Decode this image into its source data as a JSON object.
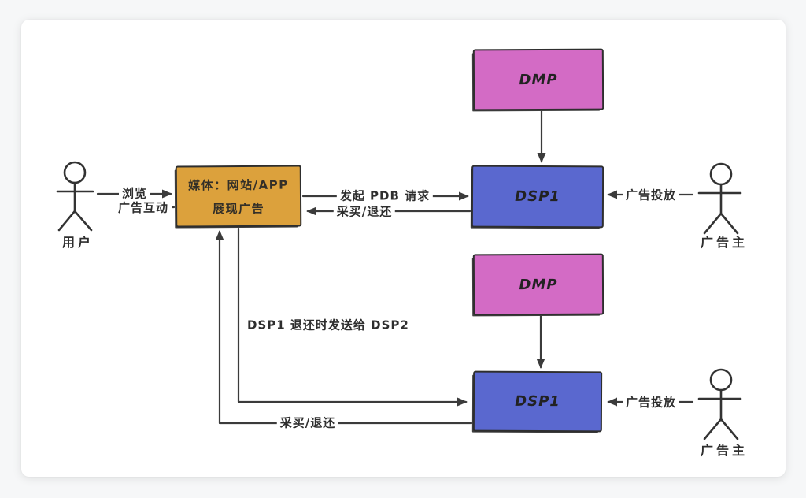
{
  "colors": {
    "page_bg": "#f6f7f8",
    "canvas_bg": "#ffffff",
    "stroke": "#3b3b3b",
    "text": "#2e2e2e",
    "dmp_fill": "#d36bc5",
    "dsp_fill": "#5a68cf",
    "media_fill": "#dca13c"
  },
  "nodes": {
    "dmp_top": {
      "label": "DMP"
    },
    "dsp_top": {
      "label": "DSP1"
    },
    "dmp_bottom": {
      "label": "DMP"
    },
    "dsp_bottom": {
      "label": "DSP1"
    },
    "media": {
      "line1": "媒体：网站/APP",
      "line2": "展现广告"
    }
  },
  "actors": {
    "user": {
      "label": "用户"
    },
    "advertiser_top": {
      "label": "广告主"
    },
    "advertiser_bottom": {
      "label": "广告主"
    }
  },
  "edges": {
    "browse": {
      "label": "浏览"
    },
    "ad_interaction": {
      "label": "广告互动"
    },
    "pdb_request": {
      "label": "发起 PDB 请求"
    },
    "buy_return_top": {
      "label": "采买/退还"
    },
    "ad_serving_top": {
      "label": "广告投放"
    },
    "dsp1_return_to_dsp2": {
      "label": "DSP1 退还时发送给 DSP2"
    },
    "buy_return_bottom": {
      "label": "采买/退还"
    },
    "ad_serving_bottom": {
      "label": "广告投放"
    }
  }
}
